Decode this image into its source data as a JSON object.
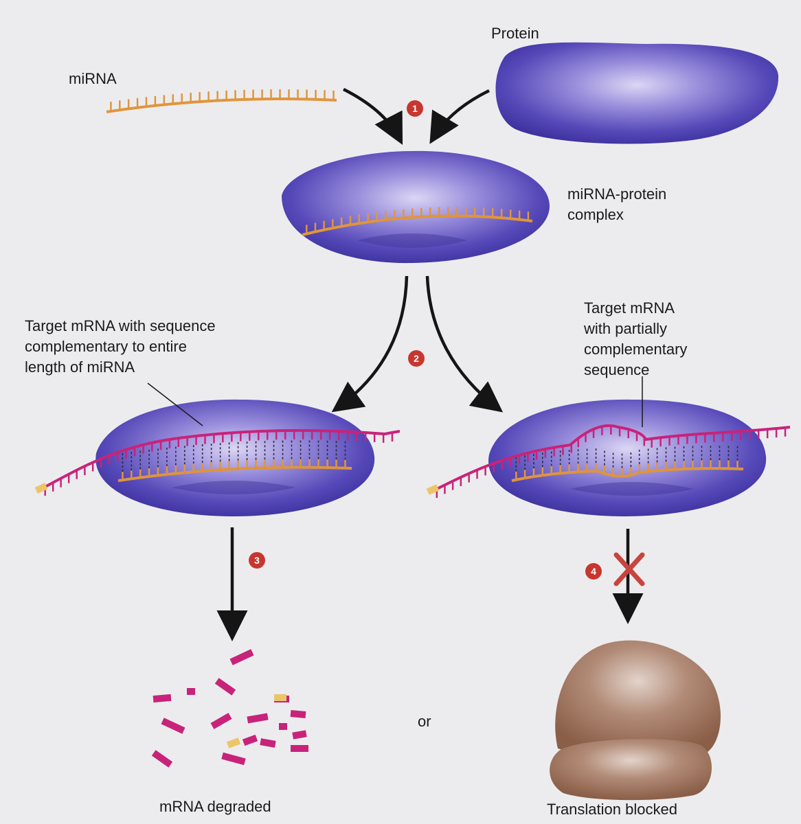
{
  "labels": {
    "mirna": "miRNA",
    "protein": "Protein",
    "complex": [
      "miRNA-protein",
      "complex"
    ],
    "full_target": [
      "Target mRNA with sequence",
      "complementary to entire",
      "length of miRNA"
    ],
    "partial_target": [
      "Target mRNA",
      "with partially",
      "complementary",
      "sequence"
    ],
    "or": "or",
    "degraded": "mRNA degraded",
    "blocked": "Translation blocked"
  },
  "steps": [
    "1",
    "2",
    "3",
    "4"
  ],
  "colors": {
    "background": "#ececee",
    "protein": "#4a3fae",
    "protein_light": "#d8d2f2",
    "mirna": "#e0953c",
    "mrna": "#c8237a",
    "cap": "#ecc56a",
    "ribosome": "#9c6f58",
    "arrow": "#151515",
    "step_badge": "#c7362f",
    "block_x": "#c8443e"
  },
  "icons": {
    "block": "cross-mark-icon",
    "arrow": "arrow-icon"
  }
}
